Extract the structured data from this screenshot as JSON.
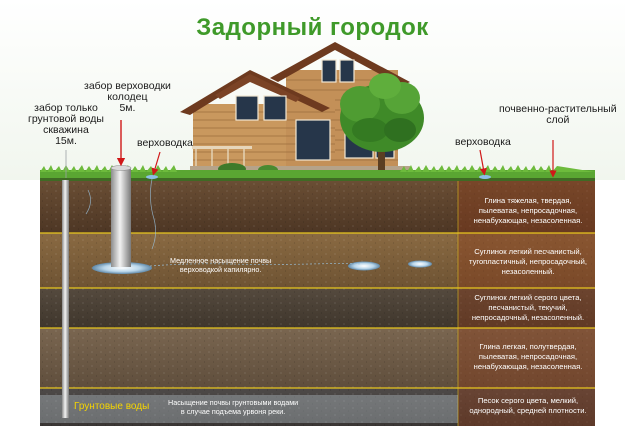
{
  "title": "Задорный  городок",
  "callouts": {
    "well_deep": [
      "забор только",
      "грунтовой воды",
      "скважина",
      "15м."
    ],
    "well_shallow": [
      "забор верховодки",
      "колодец",
      "5м."
    ],
    "perched_left": "верховодка",
    "perched_right": "верховодка",
    "topsoil": [
      "почвенно-растительный",
      "слой"
    ]
  },
  "layers": [
    {
      "desc": [
        "Глина  тяжелая,  твердая,",
        "пылеватая,  непросадочная,",
        "ненабухающая, незасоленная."
      ]
    },
    {
      "desc": [
        "Суглинок легкий песчанистый,",
        "тугопластичный, непросадочный,",
        "незасоленный."
      ]
    },
    {
      "desc": [
        "Суглинок легкий серого цвета,",
        "песчанистый, текучий,",
        "непросадочный, незасоленный."
      ]
    },
    {
      "desc": [
        "Глина легкая, полутвердая,",
        "пылеватая, непросадочная,",
        "ненабухающая, незасоленная."
      ]
    },
    {
      "desc": [
        "Песок серого цвета, мелкий,",
        "однородный, средней плотности."
      ]
    }
  ],
  "notes": {
    "perched_saturation": [
      "Медленное насыщение почвы",
      "верховодкой капилярно."
    ],
    "ground_saturation": [
      "Насыщение почвы грунтовыми водами",
      "в случае подъема урвоня  реки."
    ],
    "groundwater": "Грунтовые воды"
  },
  "colors": {
    "title": "#3f9a2a",
    "boundary": "#e8c61e",
    "arrow": "#d01818",
    "groundwater_label": "#f5d400"
  }
}
